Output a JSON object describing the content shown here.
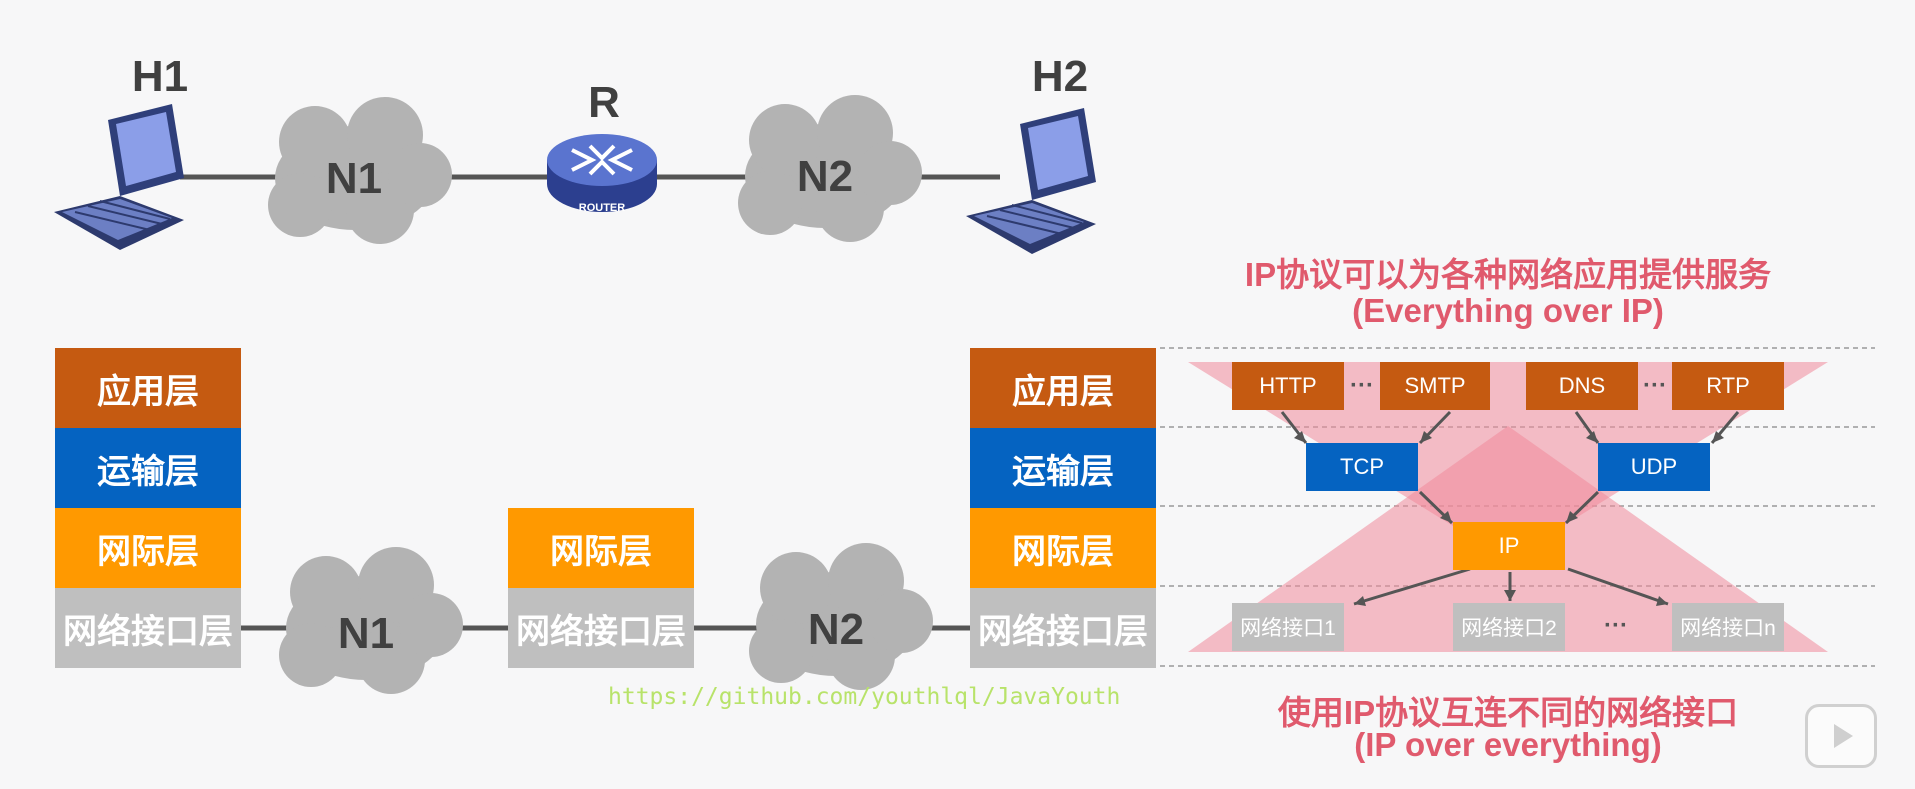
{
  "hosts": {
    "h1": "H1",
    "h2": "H2",
    "router": "R",
    "router_caption": "ROUTER"
  },
  "clouds": {
    "n1_top": "N1",
    "n2_top": "N2",
    "n1_bottom": "N1",
    "n2_bottom": "N2"
  },
  "stack_left": {
    "app": "应用层",
    "trans": "运输层",
    "net": "网际层",
    "link": "网络接口层"
  },
  "stack_router": {
    "net": "网际层",
    "link": "网络接口层"
  },
  "stack_right": {
    "app": "应用层",
    "trans": "运输层",
    "net": "网际层",
    "link": "网络接口层"
  },
  "hourglass": {
    "top_title": "IP协议可以为各种网络应用提供服务",
    "top_subtitle": "(Everything over IP)",
    "bottom_title": "使用IP协议互连不同的网络接口",
    "bottom_subtitle": "(IP over everything)",
    "app_protocols": [
      "HTTP",
      "SMTP",
      "DNS",
      "RTP"
    ],
    "transport_protocols": [
      "TCP",
      "UDP"
    ],
    "ip": "IP",
    "interfaces": [
      "网络接口1",
      "网络接口2",
      "网络接口n"
    ],
    "ellipsis": "···"
  },
  "watermark": "https://github.com/youthlql/JavaYouth",
  "colors": {
    "app": "#c55a11",
    "transport": "#0563c1",
    "internet": "#ff9900",
    "link": "#bfbfbf",
    "highlight": "#e05a6d"
  }
}
